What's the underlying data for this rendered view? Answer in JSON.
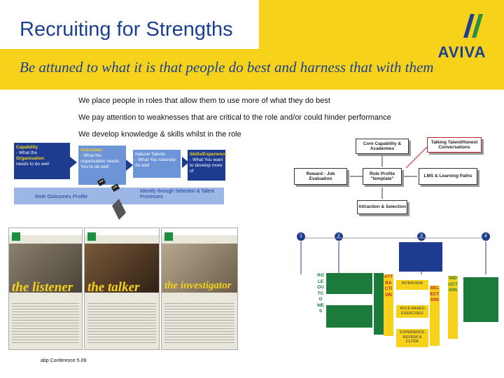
{
  "header": {
    "title": "Recruiting for Strengths",
    "subtitle": "Be attuned to what it is that people do best and harness that with them",
    "logo_text": "AVIVA"
  },
  "bullets": [
    "We place people in roles that allow them to use more of what they do best",
    "We pay attention to weaknesses that are critical to the role and/or could hinder performance",
    "We develop knowledge & skills whilst in the role"
  ],
  "left_diagram": {
    "capability": {
      "head": "Capability",
      "body1": "- What the",
      "org": "Organisation",
      "body2": "needs to do well"
    },
    "outcomes": {
      "head": "Outcomes",
      "body": "- What the organisation needs You to do well"
    },
    "talents": {
      "head": "Natural Talents",
      "body": "- What You naturally do well"
    },
    "skills": {
      "head": "Skills/Experience",
      "body": "- What You want to develop more of"
    },
    "role_profile": "Role Outcomes Profile",
    "identify": "Identify through Selection & Talent Processes"
  },
  "process_diagram": {
    "core": "Core Capability & Academies",
    "talking": "Talking Talent/Honest Conversations",
    "reward": "Reward - Job Evaluation",
    "template": "Role Profile \"template\"",
    "lms": "LMS & Learning Paths",
    "attraction": "Attraction & Selection"
  },
  "brochures": [
    {
      "name": "the listener"
    },
    {
      "name": "the talker"
    },
    {
      "name": "the investigator"
    }
  ],
  "flow": {
    "steps": [
      "1",
      "2",
      "3",
      "4"
    ],
    "role_outcomes": "ROLE OUTCOMES",
    "attraction": "ATTRACTION",
    "selection": "SELECTION",
    "induction": "INDUCTION",
    "interview": "INTERVIEW",
    "role_exercises": "ROLE BASED EXERCISES",
    "experience": "EXPERIENCE REVIEW & CLOSE"
  },
  "footer": "abp Conference 5.09"
}
